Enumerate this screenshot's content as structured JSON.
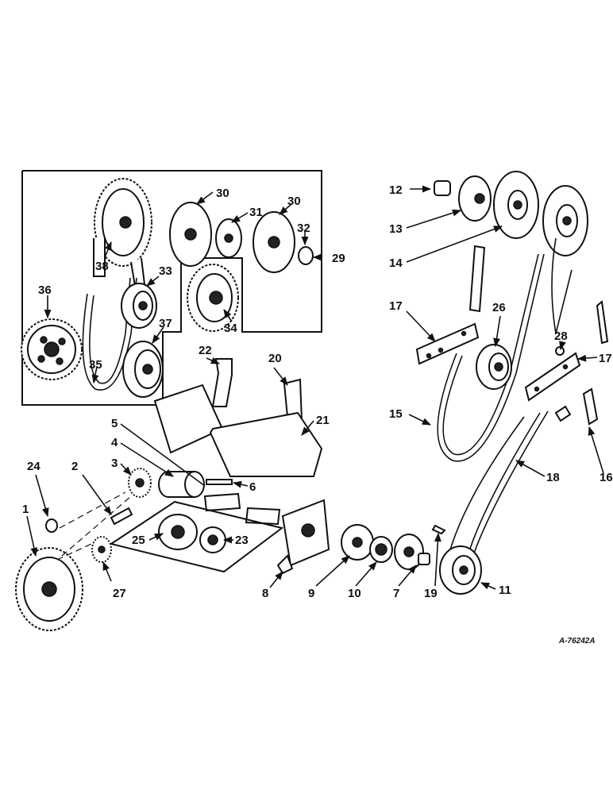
{
  "drawing_ref": "A-76242A",
  "callouts": [
    "1",
    "2",
    "3",
    "4",
    "5",
    "6",
    "7",
    "8",
    "9",
    "10",
    "11",
    "12",
    "13",
    "14",
    "15",
    "16",
    "17",
    "17",
    "18",
    "19",
    "20",
    "21",
    "22",
    "23",
    "24",
    "25",
    "26",
    "27",
    "28",
    "29",
    "30",
    "30",
    "31",
    "32",
    "33",
    "34",
    "35",
    "36",
    "37",
    "38"
  ]
}
